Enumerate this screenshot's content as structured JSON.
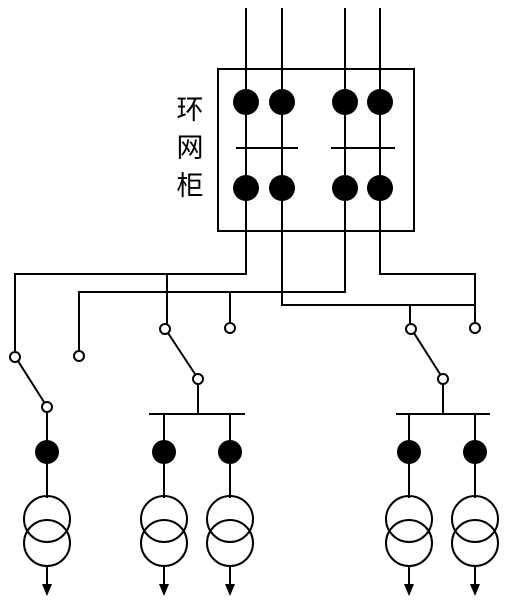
{
  "diagram": {
    "label_chars": [
      "环",
      "网",
      "柜"
    ],
    "stroke_color": "#000000",
    "fill_color": "#000000",
    "open_node_fill": "#ffffff",
    "icons": [
      "breaker-node-icon",
      "open-switch-icon",
      "transformer-icon",
      "down-arrow-icon"
    ]
  }
}
